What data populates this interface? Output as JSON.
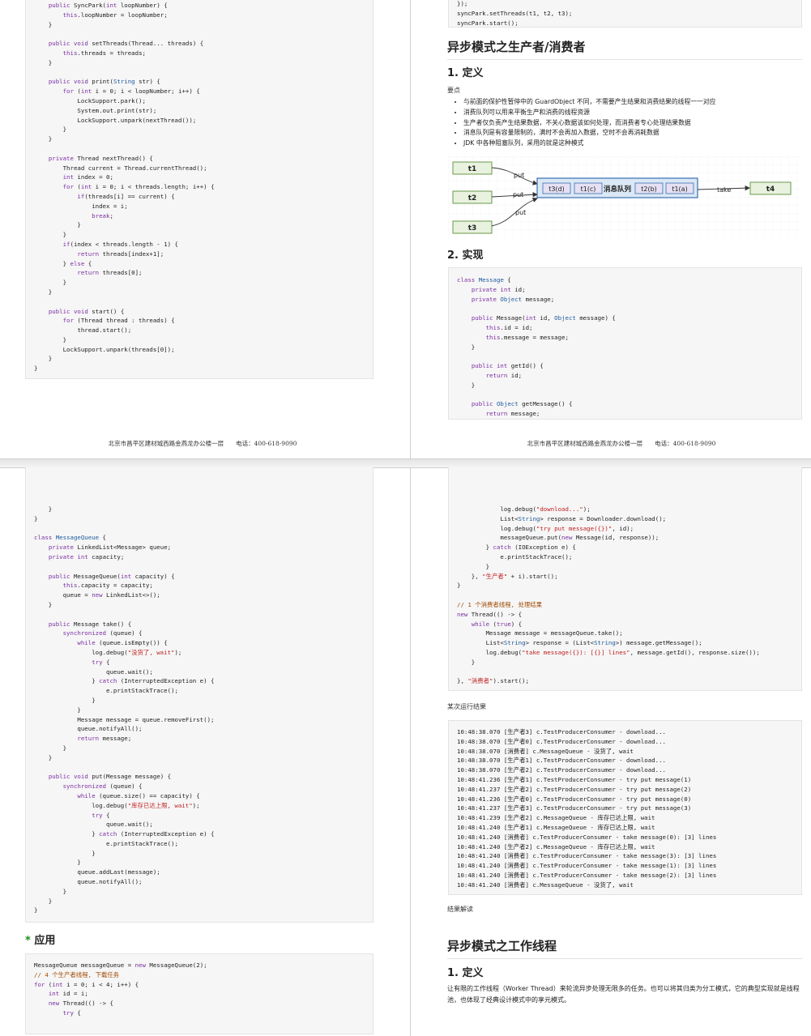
{
  "footer": "北京市昌平区建材城西路金燕龙办公楼一层　　电话：400-618-9090",
  "q1": {
    "code": [
      "    <k>public</k> SyncPark(<k>int</k> loopNumber) {",
      "        <k>this</k>.loopNumber = loopNumber;",
      "    }",
      "",
      "    <k>public</k> <k>void</k> setThreads(Thread... threads) {",
      "        <k>this</k>.threads = threads;",
      "    }",
      "",
      "    <k>public</k> <k>void</k> print(<t>String</t> str) {",
      "        <k>for</k> (<k>int</k> i = 0; i < loopNumber; i++) {",
      "            LockSupport.park();",
      "            System.out.print(str);",
      "            LockSupport.unpark(nextThread());",
      "        }",
      "    }",
      "",
      "    <k>private</k> Thread nextThread() {",
      "        Thread current = Thread.currentThread();",
      "        <k>int</k> index = 0;",
      "        <k>for</k> (<k>int</k> i = 0; i < threads.length; i++) {",
      "            <k>if</k>(threads[i] == current) {",
      "                index = i;",
      "                <k>break</k>;",
      "            }",
      "        }",
      "        <k>if</k>(index < threads.length - 1) {",
      "            <k>return</k> threads[index+1];",
      "        } <k>else</k> {",
      "            <k>return</k> threads[0];",
      "        }",
      "    }",
      "",
      "    <k>public</k> <k>void</k> start() {",
      "        <k>for</k> (Thread thread : threads) {",
      "            thread.start();",
      "        }",
      "        LockSupport.unpark(threads[0]);",
      "    }",
      "}"
    ]
  },
  "q2": {
    "top_code": [
      "});",
      "syncPark.setThreads(t1, t2, t3);",
      "syncPark.start();"
    ],
    "section_title": "异步模式之生产者/消费者",
    "def_title": "1. 定义",
    "points_label": "要点",
    "points": [
      "与前面的保护性暂停中的 GuardObject 不同，不需要产生结果和消费结果的线程一一对应",
      "消费队列可以用来平衡生产和消费的线程资源",
      "生产者仅负责产生结果数据，不关心数据该如何处理，而消费者专心处理结果数据",
      "消息队列是有容量限制的，满时不会再加入数据，空时不会再消耗数据",
      "JDK 中各种阻塞队列，采用的就是这种模式"
    ],
    "diagram": {
      "producers": [
        "t1",
        "t2",
        "t3"
      ],
      "put_label": "put",
      "take_label": "take",
      "queue_items": [
        "t3(d)",
        "t1(c)",
        "消息队列",
        "t2(b)",
        "t1(a)"
      ],
      "consumer": "t4"
    },
    "impl_title": "2. 实现",
    "code": [
      "<k>class</k> <t>Message</t> {",
      "    <k>private</k> <k>int</k> id;",
      "    <k>private</k> <t>Object</t> message;",
      "",
      "    <k>public</k> Message(<k>int</k> id, <t>Object</t> message) {",
      "        <k>this</k>.id = id;",
      "        <k>this</k>.message = message;",
      "    }",
      "",
      "    <k>public</k> <k>int</k> getId() {",
      "        <k>return</k> id;",
      "    }",
      "",
      "    <k>public</k> <t>Object</t> getMessage() {",
      "        <k>return</k> message;"
    ]
  },
  "q3": {
    "code": [
      "    }",
      "}",
      "",
      "<k>class</k> <t>MessageQueue</t> {",
      "    <k>private</k> LinkedList<Message> queue;",
      "    <k>private</k> <k>int</k> capacity;",
      "",
      "    <k>public</k> MessageQueue(<k>int</k> capacity) {",
      "        <k>this</k>.capacity = capacity;",
      "        queue = <k>new</k> LinkedList<>();",
      "    }",
      "",
      "    <k>public</k> Message take() {",
      "        <k>synchronized</k> (queue) {",
      "            <k>while</k> (queue.isEmpty()) {",
      "                log.debug(<s>\"没货了, wait\"</s>);",
      "                <k>try</k> {",
      "                    queue.wait();",
      "                } <k>catch</k> (InterruptedException e) {",
      "                    e.printStackTrace();",
      "                }",
      "            }",
      "            Message message = queue.removeFirst();",
      "            queue.notifyAll();",
      "            <k>return</k> message;",
      "        }",
      "    }",
      "",
      "    <k>public</k> <k>void</k> put(Message message) {",
      "        <k>synchronized</k> (queue) {",
      "            <k>while</k> (queue.size() == capacity) {",
      "                log.debug(<s>\"库存已达上限, wait\"</s>);",
      "                <k>try</k> {",
      "                    queue.wait();",
      "                } <k>catch</k> (InterruptedException e) {",
      "                    e.printStackTrace();",
      "                }",
      "            }",
      "            queue.addLast(message);",
      "            queue.notifyAll();",
      "        }",
      "    }",
      "}"
    ],
    "apply_star": "*",
    "apply_title": "应用",
    "apply_code": [
      "MessageQueue messageQueue = <k>new</k> MessageQueue(2);",
      "<c>// 4 个生产者线程, 下载任务</c>",
      "<k>for</k> (<k>int</k> i = 0; i < 4; i++) {",
      "    <k>int</k> id = i;",
      "    <k>new</k> Thread(() -> {",
      "        <k>try</k> {"
    ]
  },
  "q4": {
    "code": [
      "            log.debug(<s>\"download...\"</s>);",
      "            List<<t>String</t>> response = Downloader.download();",
      "            log.debug(<s>\"try put message({})\"</s>, id);",
      "            messageQueue.put(<k>new</k> Message(id, response));",
      "        } <k>catch</k> (IOException e) {",
      "            e.printStackTrace();",
      "        }",
      "    }, <s>\"生产者\"</s> + i).start();",
      "}",
      "",
      "<c>// 1 个消费者线程, 处理结果</c>",
      "<k>new</k> Thread(() -> {",
      "    <k>while</k> (<k>true</k>) {",
      "        Message message = messageQueue.take();",
      "        List<<t>String</t>> response = (List<<t>String</t>>) message.getMessage();",
      "        log.debug(<s>\"take message({}): [{}] lines\"</s>, message.getId(), response.size());",
      "    }",
      "",
      "}, <s>\"消费者\"</s>).start();"
    ],
    "result_label": "某次运行结果",
    "log": [
      "10:48:38.070 [生产者3] c.TestProducerConsumer - download...",
      "10:48:38.070 [生产者0] c.TestProducerConsumer - download...",
      "10:48:38.070 [消费者] c.MessageQueue - 没货了, wait",
      "10:48:38.070 [生产者1] c.TestProducerConsumer - download...",
      "10:48:38.070 [生产者2] c.TestProducerConsumer - download...",
      "10:48:41.236 [生产者1] c.TestProducerConsumer - try put message(1)",
      "10:48:41.237 [生产者2] c.TestProducerConsumer - try put message(2)",
      "10:48:41.236 [生产者0] c.TestProducerConsumer - try put message(0)",
      "10:48:41.237 [生产者3] c.TestProducerConsumer - try put message(3)",
      "10:48:41.239 [生产者2] c.MessageQueue - 库存已达上限, wait",
      "10:48:41.240 [生产者1] c.MessageQueue - 库存已达上限, wait",
      "10:48:41.240 [消费者] c.TestProducerConsumer - take message(0): [3] lines",
      "10:48:41.240 [生产者2] c.MessageQueue - 库存已达上限, wait",
      "10:48:41.240 [消费者] c.TestProducerConsumer - take message(3): [3] lines",
      "10:48:41.240 [消费者] c.TestProducerConsumer - take message(1): [3] lines",
      "10:48:41.240 [消费者] c.TestProducerConsumer - take message(2): [3] lines",
      "10:48:41.240 [消费者] c.MessageQueue - 没货了, wait"
    ],
    "interpretation_label": "结果解读",
    "section_title": "异步模式之工作线程",
    "def_title": "1. 定义",
    "def_text": "让有限的工作线程（Worker Thread）来轮流异步处理无限多的任务。也可以将其归类为分工模式，它的典型实现就是线程池，也体现了经典设计模式中的享元模式。"
  }
}
